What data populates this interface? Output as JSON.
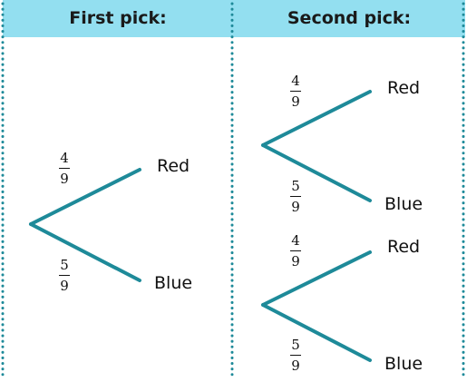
{
  "header": {
    "first_pick_label": "First pick:",
    "second_pick_label": "Second pick:"
  },
  "first_pick": {
    "upper_branch": {
      "numerator": "4",
      "denominator": "9",
      "outcome": "Red"
    },
    "lower_branch": {
      "numerator": "5",
      "denominator": "9",
      "outcome": "Blue"
    }
  },
  "second_pick": {
    "top_tree": {
      "upper_branch": {
        "numerator": "4",
        "denominator": "9",
        "outcome": "Red"
      },
      "lower_branch": {
        "numerator": "5",
        "denominator": "9",
        "outcome": "Blue"
      }
    },
    "bottom_tree": {
      "upper_branch": {
        "numerator": "4",
        "denominator": "9",
        "outcome": "Red"
      },
      "lower_branch": {
        "numerator": "5",
        "denominator": "9",
        "outcome": "Blue"
      }
    }
  },
  "colors": {
    "header_background": "#93dff0",
    "branch_line": "#1e8a99",
    "divider_dots": "#1e8a99"
  }
}
